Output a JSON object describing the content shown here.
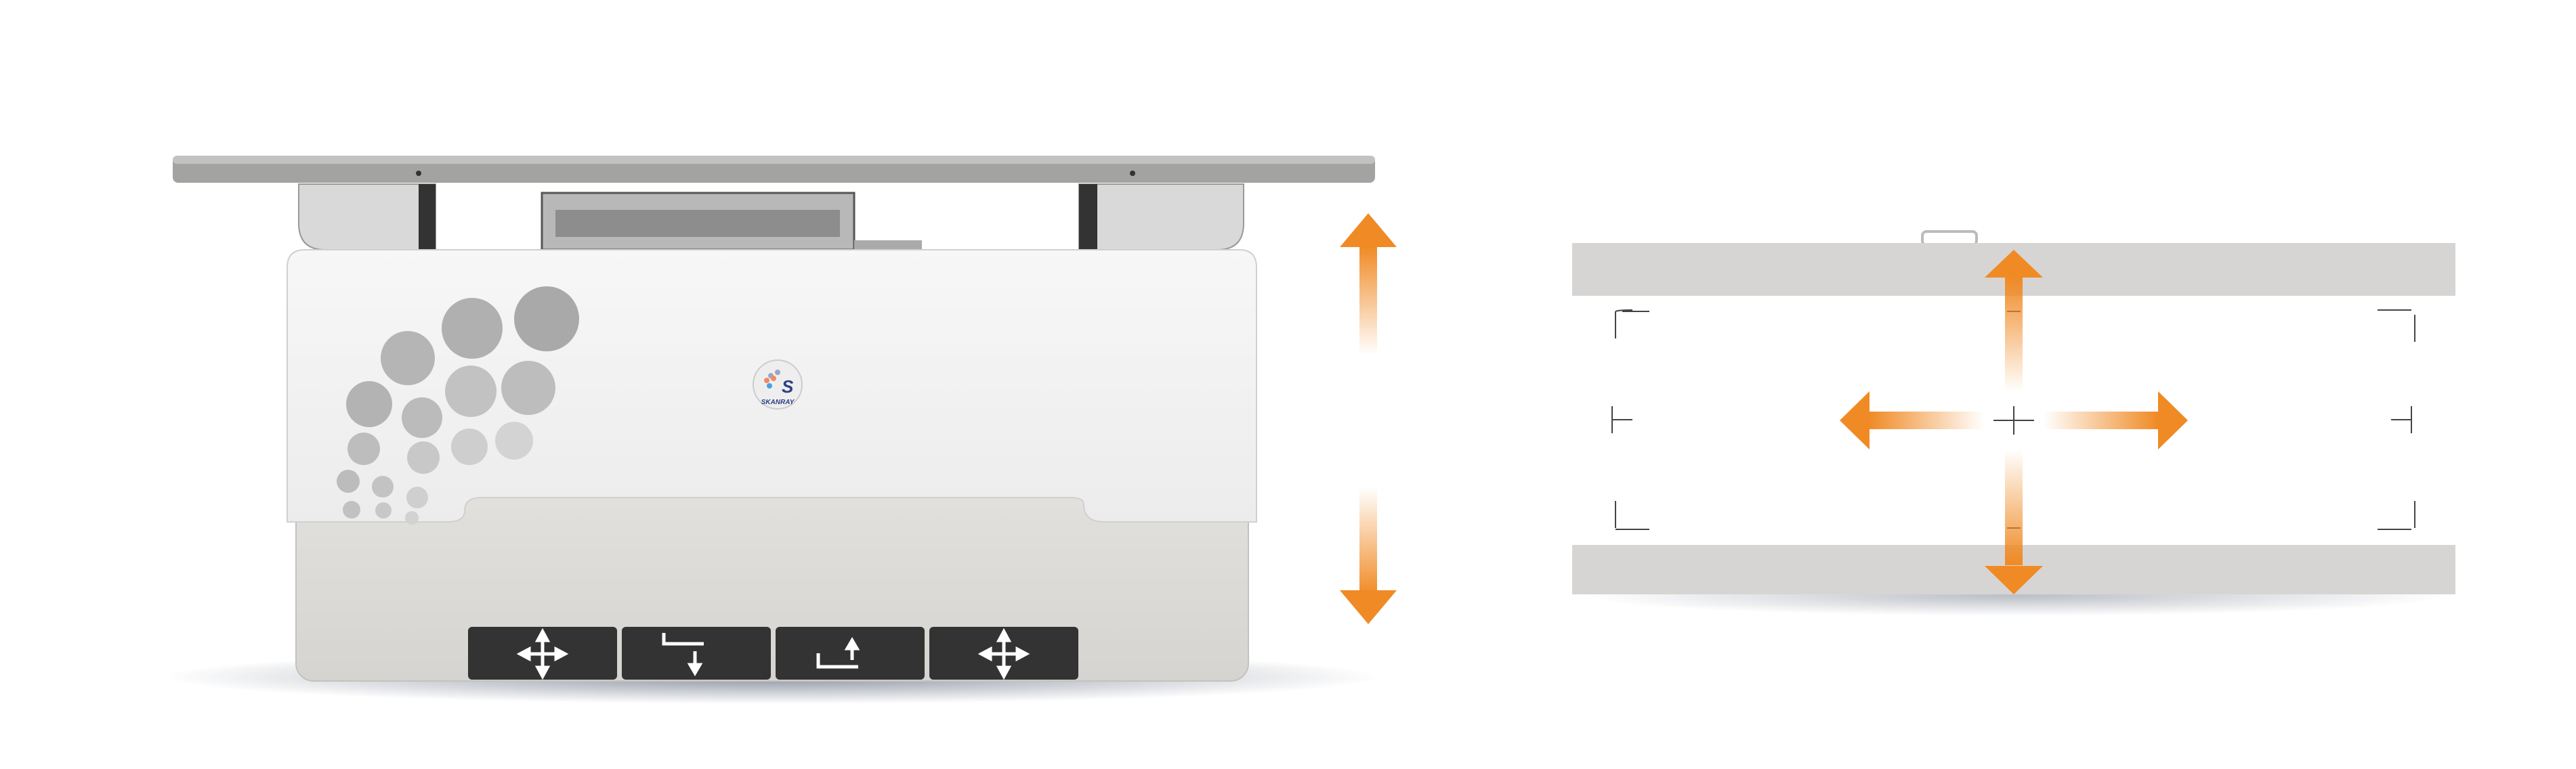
{
  "product": {
    "brand_logo_text": "SKANRAY",
    "colors": {
      "arrow": "#f08a24",
      "body": "#f2f2f2",
      "base": "#dcdad6",
      "tabletop": "#9c9c9a",
      "button": "#333333",
      "logo": "#2b3f86"
    },
    "control_buttons": [
      {
        "icon": "four-way-move-icon"
      },
      {
        "icon": "lower-table-icon"
      },
      {
        "icon": "raise-table-icon"
      },
      {
        "icon": "four-way-move-icon"
      }
    ],
    "motion_indicators": [
      "vertical-height-arrow",
      "floating-tabletop-cross-arrows"
    ]
  }
}
